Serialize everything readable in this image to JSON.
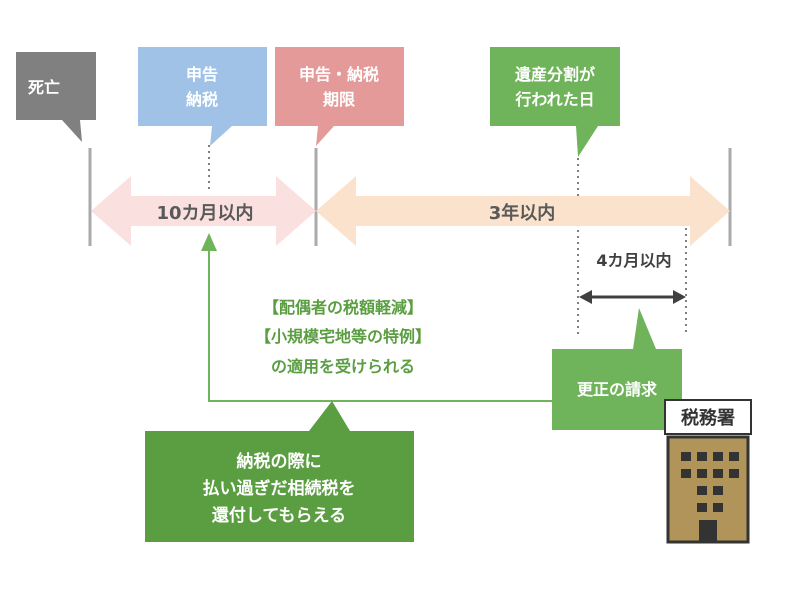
{
  "events": {
    "death": "死亡",
    "declaration_payment_line1": "申告",
    "declaration_payment_line2": "納税",
    "deadline_line1": "申告・納税",
    "deadline_line2": "期限",
    "division_line1": "遺産分割が",
    "division_line2": "行われた日"
  },
  "periods": {
    "ten_months": "10カ月以内",
    "three_years": "3年以内",
    "four_months": "4カ月以内"
  },
  "benefits": {
    "line1": "【配偶者の税額軽減】",
    "line2": "【小規模宅地等の特例】",
    "line3": "の適用を受けられる"
  },
  "refund": {
    "line1": "納税の際に",
    "line2": "払い過ぎだ相続税を",
    "line3": "還付してもらえる"
  },
  "correction_request": "更正の請求",
  "tax_office": "税務署",
  "colors": {
    "gray": "#808080",
    "blue": "#9fc2e6",
    "red": "#e59a9a",
    "green": "#6fb35a",
    "dark_green": "#5b9e42",
    "pink_arrow": "#fbe0e0",
    "orange_arrow": "#fbe2cc",
    "building": "#b09459"
  }
}
